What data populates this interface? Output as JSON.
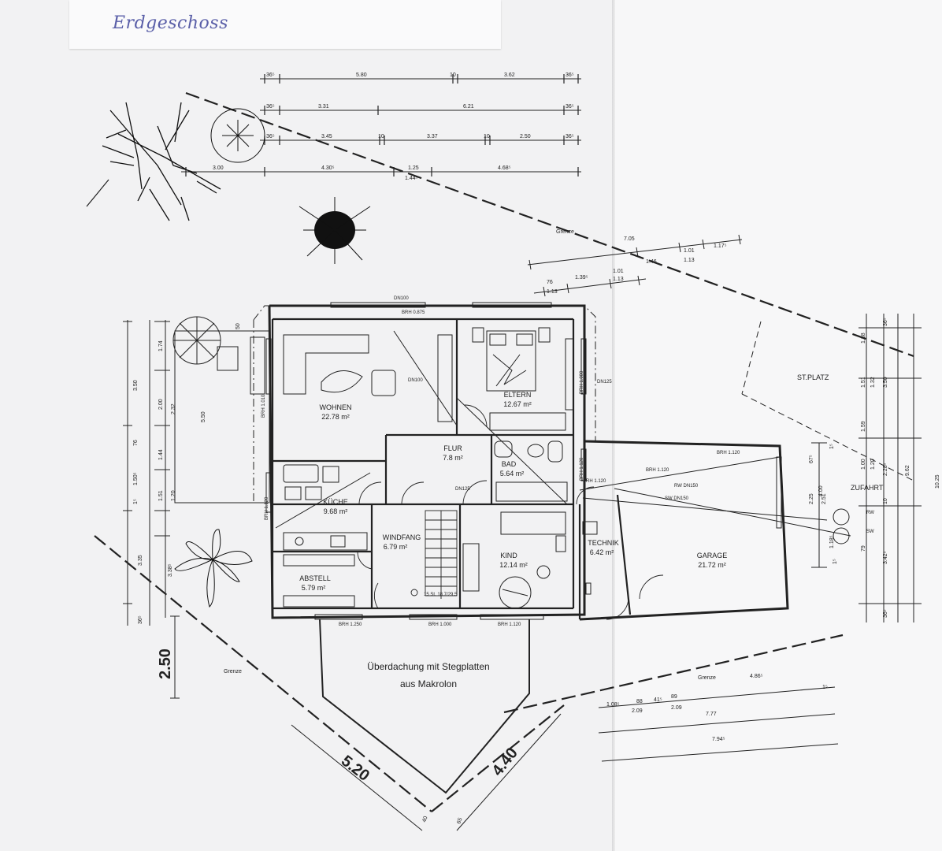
{
  "sheet_label": "Erdgeschoss",
  "rooms": [
    {
      "name": "WOHNEN",
      "area": "22.78 m²"
    },
    {
      "name": "ELTERN",
      "area": "12.67 m²"
    },
    {
      "name": "FLUR",
      "area": "7.8 m²"
    },
    {
      "name": "BAD",
      "area": "5.64 m²"
    },
    {
      "name": "KÜCHE",
      "area": "9.68 m²"
    },
    {
      "name": "WINDFANG",
      "area": "6.79 m²"
    },
    {
      "name": "KIND",
      "area": "12.14 m²"
    },
    {
      "name": "TECHNIK",
      "area": "6.42 m²"
    },
    {
      "name": "ABSTELL",
      "area": "5.79 m²"
    },
    {
      "name": "GARAGE",
      "area": "21.72 m²"
    }
  ],
  "exterior_labels": {
    "st_platz": "ST.PLATZ",
    "zufahrt": "ZUFAHRT",
    "grenze": "Grenze",
    "canopy_line1": "Überdachung mit Stegplatten",
    "canopy_line2": "aus Makrolon"
  },
  "top_dimension_rows": [
    [
      "36⁵",
      "5.80",
      "10",
      "3.62",
      "36⁵"
    ],
    [
      "36⁵",
      "3.31",
      "6.21",
      "36⁵"
    ],
    [
      "36⁵",
      "3.45",
      "10",
      "3.37",
      "10",
      "2.50",
      "36⁵"
    ],
    [
      "3.00",
      "4.30⁵",
      "1.25",
      "1.44⁵",
      "4.68⁵"
    ]
  ],
  "upper_right_dimensions": [
    "7.05",
    "1.01",
    "1.13",
    "1.17⁵",
    "1.46",
    "1.01",
    "1.13",
    "1.39⁵",
    "76",
    "1.13"
  ],
  "left_dimensions": {
    "outer": [
      "3.50",
      "76",
      "1.50⁵",
      "1⁵",
      "3.35",
      "36⁵"
    ],
    "inner": [
      "1.74",
      "2.00",
      "2.32",
      "1.44",
      "1.51",
      "1.20",
      "3.38⁵"
    ],
    "terrace": [
      "5.50",
      "50"
    ]
  },
  "right_dimensions": {
    "outer": [
      "36⁵",
      "1.38",
      "3.50",
      "1.51",
      "1.32",
      "1.59",
      "1.00",
      "1.20",
      "2.28⁵",
      "10",
      "3.42⁵",
      "36⁵"
    ],
    "totals": [
      "9.62",
      "10.25"
    ],
    "garage": [
      "67⁵",
      "1⁵",
      "2.25",
      "2.51",
      "4.00",
      "1.18⁵",
      "1⁵",
      "79"
    ]
  },
  "bottom_right_dimensions": [
    "4.86⁵",
    "1⁵",
    "1.08⁵",
    "88",
    "41⁵",
    "89",
    "2.09",
    "2.09",
    "7.77",
    "7.94⁵"
  ],
  "canopy_dimensions": [
    "2.50",
    "5.20",
    "4.40",
    "40",
    "65"
  ],
  "annotations": {
    "dn100_top": "DN100",
    "brh_top": "BRH 0.875",
    "dn100_wohnen": "DN100",
    "dn125_eltern": "DN125",
    "dn125_flur": "DN125",
    "brh_wohnen_side": "BRH 1.010",
    "brh_eltern_side": "BRH 1.000",
    "brh_bad_side": "BRH 1.120",
    "brh_bad_side2": "BRH 1.120",
    "brh_kueche_side": "BRH 1.120",
    "brh_garage_1": "BRH 1.120",
    "brh_garage_2": "BRH 1.120",
    "rw_dn": "RW DN150",
    "sw_dn": "SW DN150",
    "brh_bottom_1": "BRH 1.250",
    "brh_bottom_2": "BRH 1.000",
    "brh_bottom_3": "BRH 1.120",
    "rw": "RW",
    "sw": "SW",
    "stair": "15 St. 18.7/29.5"
  }
}
